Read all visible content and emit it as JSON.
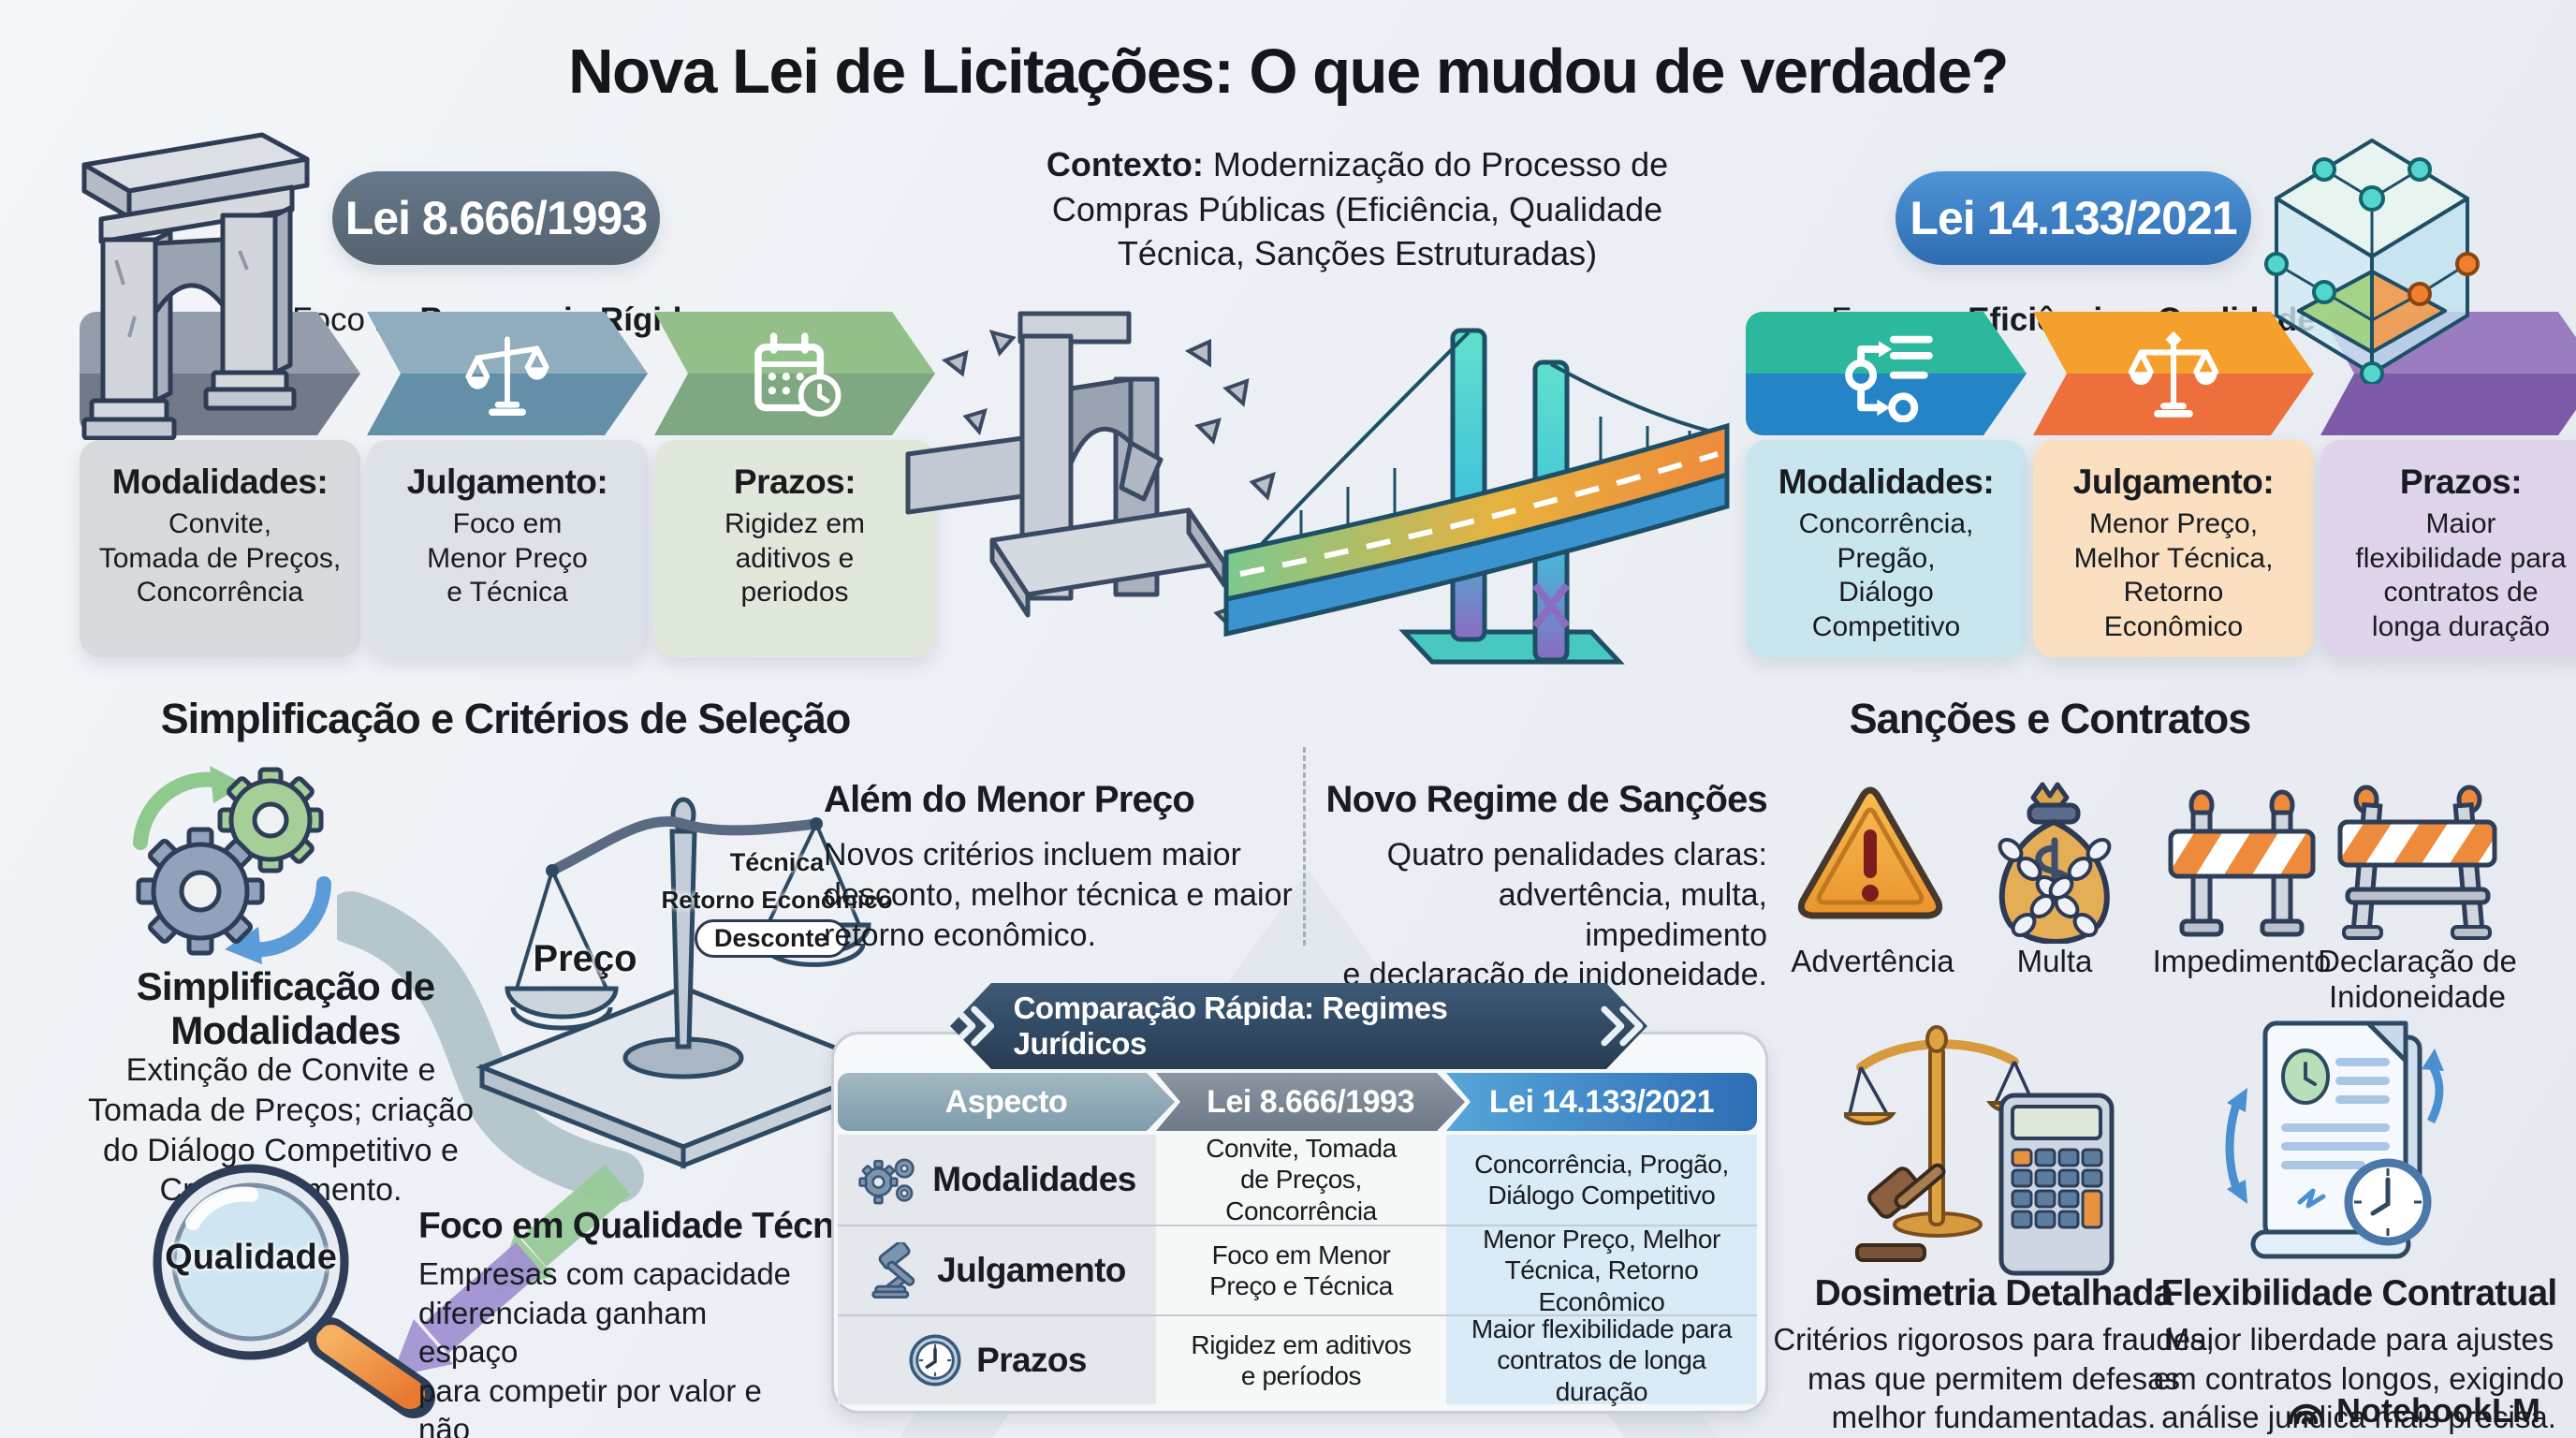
{
  "title": "Nova Lei de Licitações: O que mudou de verdade?",
  "context": {
    "label": "Contexto:",
    "text": " Modernização do Processo de\nCompras Públicas (Eficiência, Qualidade\nTécnica, Sanções Estruturadas)"
  },
  "old_law": {
    "badge": "Lei 8.666/1993",
    "subtitle_prefix": "Foco na ",
    "subtitle_bold": "Burocracia Rígida",
    "columns": [
      {
        "title": "Modalidades:",
        "body": "Convite,\nTomada de Preços,\nConcorrência",
        "icon": "arch-icon"
      },
      {
        "title": "Julgamento:",
        "body": "Foco em\nMenor Preço\ne Técnica",
        "icon": "scales-icon"
      },
      {
        "title": "Prazos:",
        "body": "Rigidez em\naditivos e\nperiodos",
        "icon": "calendar-clock-icon"
      }
    ]
  },
  "new_law": {
    "badge": "Lei 14.133/2021",
    "subtitle_p1": "Foco em ",
    "subtitle_b1": "Eficiência",
    "subtitle_p2": " e ",
    "subtitle_b2": "Qualidade",
    "columns": [
      {
        "title": "Modalidades:",
        "body": "Concorrência,\nPregão,\nDiálogo\nCompetitivo",
        "icon": "flowchart-icon"
      },
      {
        "title": "Julgamento:",
        "body": "Menor Preço,\nMelhor Técnica,\nRetorno\nEconômico",
        "icon": "scales-icon"
      },
      {
        "title": "Prazos:",
        "body": "Maior\nflexibilidade para\ncontratos de\nlonga duração",
        "icon": "crystal-cube-icon"
      }
    ]
  },
  "selection": {
    "heading": "Simplificação e Critérios de Seleção",
    "simplification_title": "Simplificação de\nModalidades",
    "simplification_body": "Extinção de Convite e\nTomada de Preços; criação\ndo Diálogo Competitivo e\nCredenciamento.",
    "scale_labels": {
      "left_pan": "Preço",
      "top": "Técnica",
      "middle": "Retorno Econômico",
      "right_pan": "Desconte"
    },
    "magnifier_label": "Qualidade",
    "quality_title": "Foco em Qualidade Técnica",
    "quality_body": "Empresas com capacidade\ndiferenciada ganham espaço\npara competir por valor e não\napenas custo."
  },
  "beyond_price": {
    "title": "Além do Menor Preço",
    "body": "Novos critérios incluem maior\ndesconto, melhor técnica e maior\nretorno econômico."
  },
  "sanctions_regime": {
    "title": "Novo Regime de Sanções",
    "body": "Quatro penalidades claras:\nadvertência, multa, impedimento\ne declaração de inidoneidade."
  },
  "table": {
    "banner": "Comparação Rápida: Regimes Jurídicos",
    "headers": [
      "Aspecto",
      "Lei 8.666/1993",
      "Lei 14.133/2021"
    ],
    "rows": [
      {
        "icon": "gears-icon",
        "label": "Modalidades",
        "old": "Convite, Tomada\nde Preços,\nConcorrência",
        "new": "Concorrência, Progão,\nDiálogo Competitivo"
      },
      {
        "icon": "gavel-icon",
        "label": "Julgamento",
        "old": "Foco em Menor\nPreço e Técnica",
        "new": "Menor Preço, Melhor\nTécnica, Retorno Econômico"
      },
      {
        "icon": "clock-icon",
        "label": "Prazos",
        "old": "Rigidez em aditivos\ne períodos",
        "new": "Maior flexibilidade para\ncontratos de longa\nduração"
      }
    ]
  },
  "sanctions": {
    "heading": "Sanções e Contratos",
    "penalties": [
      {
        "icon": "warning-triangle-icon",
        "label": "Advertência"
      },
      {
        "icon": "money-bag-chains-icon",
        "label": "Multa"
      },
      {
        "icon": "barrier-icon",
        "label": "Impedimento"
      },
      {
        "icon": "barrier-trestle-icon",
        "label": "Declaração de\nInidoneidade"
      }
    ],
    "dosimetry": {
      "title": "Dosimetria Detalhada",
      "body": "Critérios rigorosos para fraudes,\nmas que permitem defesas\nmelhor fundamentadas."
    },
    "flexibility": {
      "title": "Flexibilidade Contratual",
      "body": "Maior liberdade para ajustes\nem contratos longos, exigindo\nanálise juridica mais precisa."
    }
  },
  "watermark": "NotebookLM",
  "colors": {
    "old_badge": "#5b6b7c",
    "new_badge": "#3a7cc0",
    "banner": "#2e455e",
    "accent_teal": "#2bb89d",
    "accent_blue": "#2484c6",
    "accent_orange": "#f09a3c",
    "accent_purple": "#8a68b4",
    "accent_green": "#8cbc84"
  }
}
